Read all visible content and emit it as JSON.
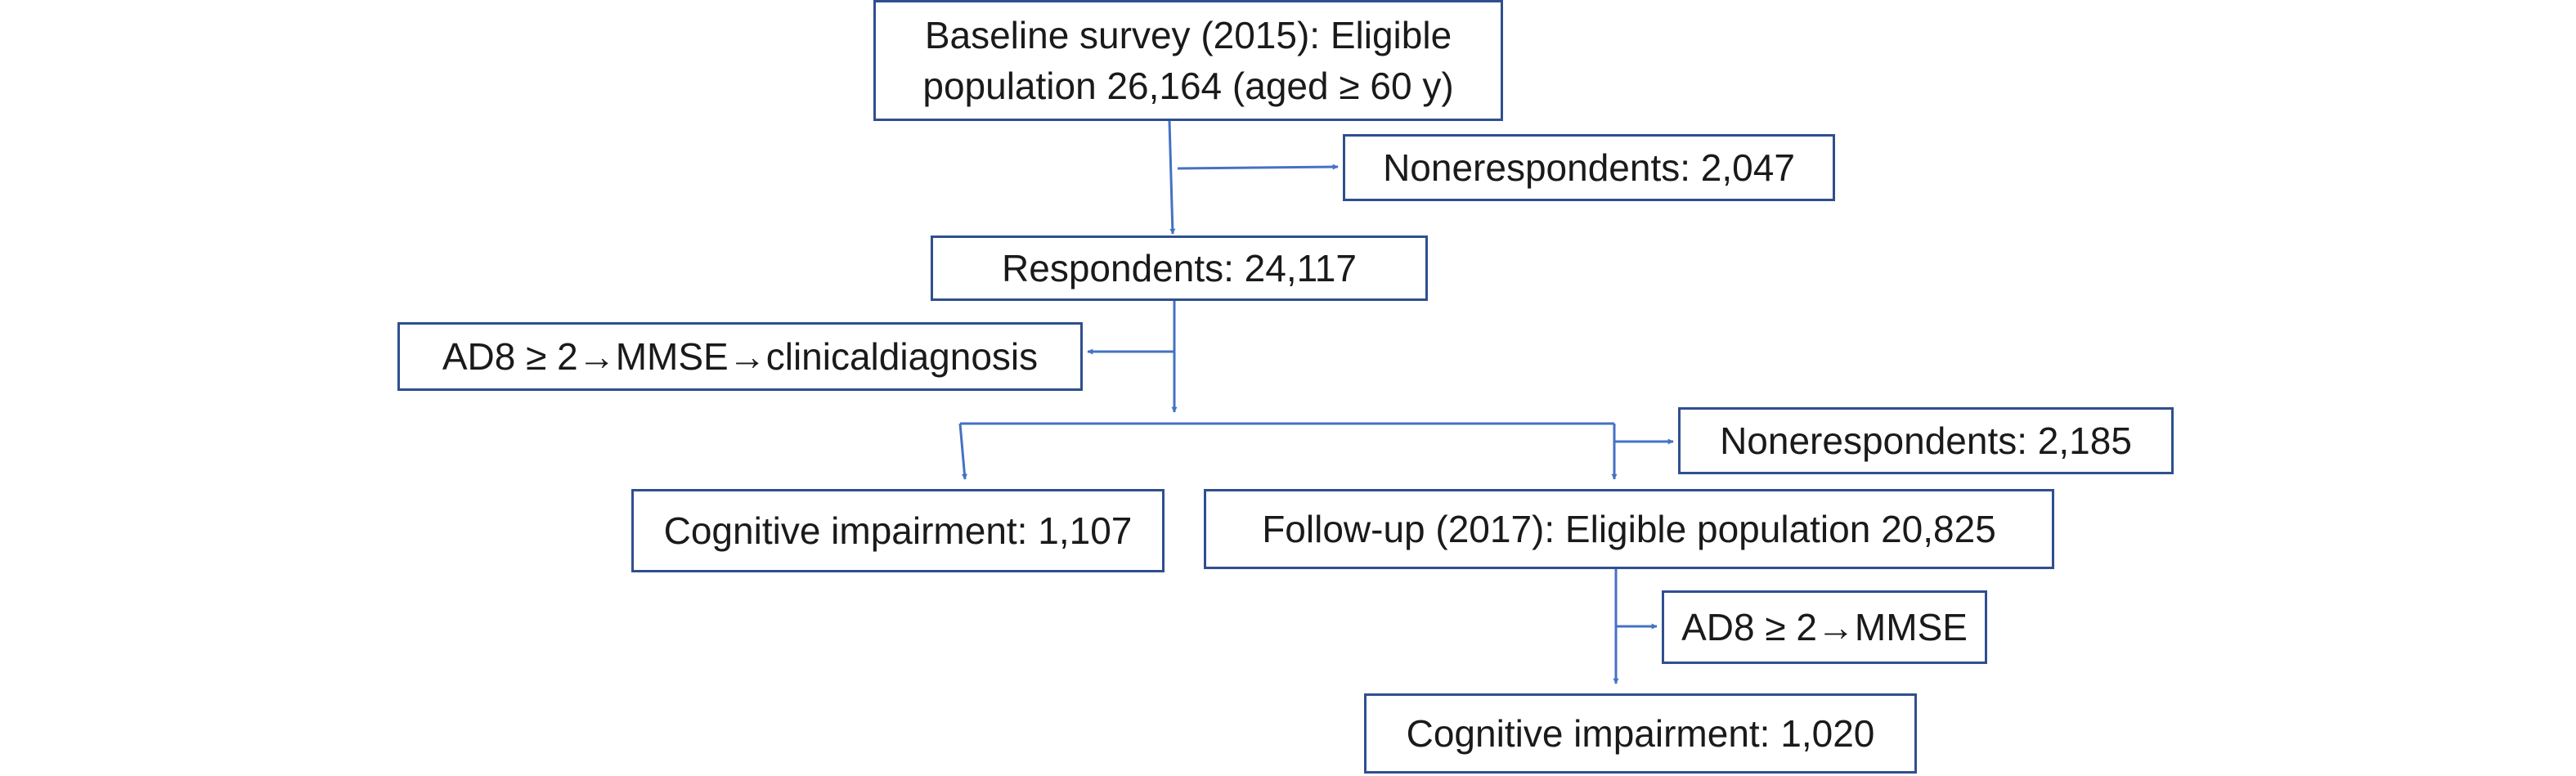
{
  "colors": {
    "line": "#4472c4",
    "box_border": "#2f4f8f",
    "text": "#1a1a1a",
    "background": "#ffffff"
  },
  "flowchart": {
    "baseline": {
      "label": "Baseline survey (2015): Eligible\npopulation 26,164 (aged ≥ 60 y)"
    },
    "nonrespondents_baseline": {
      "label": "Nonerespondents: 2,047"
    },
    "respondents": {
      "label": "Respondents: 24,117"
    },
    "screening_baseline": {
      "label": "AD8 ≥ 2→MMSE→clinicaldiagnosis"
    },
    "nonrespondents_followup": {
      "label": "Nonerespondents: 2,185"
    },
    "cognitive_impairment_baseline": {
      "label": "Cognitive impairment: 1,107"
    },
    "followup": {
      "label": "Follow-up (2017): Eligible population 20,825"
    },
    "screening_followup": {
      "label": "AD8 ≥ 2→MMSE"
    },
    "cognitive_impairment_followup": {
      "label": "Cognitive impairment: 1,020"
    }
  }
}
